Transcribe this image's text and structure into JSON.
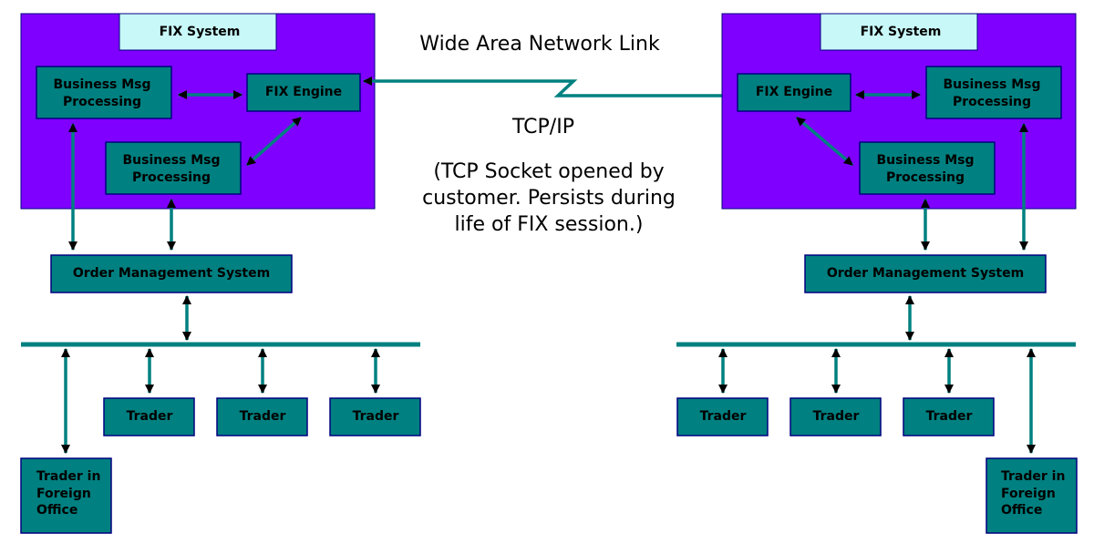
{
  "colors": {
    "system_fill": "#7f00ff",
    "box_fill": "#008080",
    "box_stroke": "#000080",
    "title_fill": "#c8f8f8",
    "link": "#008080",
    "arrow": "#000000"
  },
  "wan": {
    "title": "Wide Area Network Link",
    "protocol": "TCP/IP",
    "note_lines": [
      "(TCP Socket opened by",
      "customer. Persists during",
      "life of FIX session.)"
    ]
  },
  "left": {
    "system_title": "FIX System",
    "biz_msg_top": [
      "Business Msg",
      "Processing"
    ],
    "fix_engine": "FIX Engine",
    "biz_msg_bottom": [
      "Business Msg",
      "Processing"
    ],
    "oms": "Order Management System",
    "traders": [
      "Trader",
      "Trader",
      "Trader"
    ],
    "foreign_trader": [
      "Trader in",
      "Foreign",
      "Office"
    ]
  },
  "right": {
    "system_title": "FIX System",
    "fix_engine": "FIX Engine",
    "biz_msg_top": [
      "Business Msg",
      "Processing"
    ],
    "biz_msg_bottom": [
      "Business Msg",
      "Processing"
    ],
    "oms": "Order Management System",
    "traders": [
      "Trader",
      "Trader",
      "Trader"
    ],
    "foreign_trader": [
      "Trader in",
      "Foreign",
      "Office"
    ]
  }
}
